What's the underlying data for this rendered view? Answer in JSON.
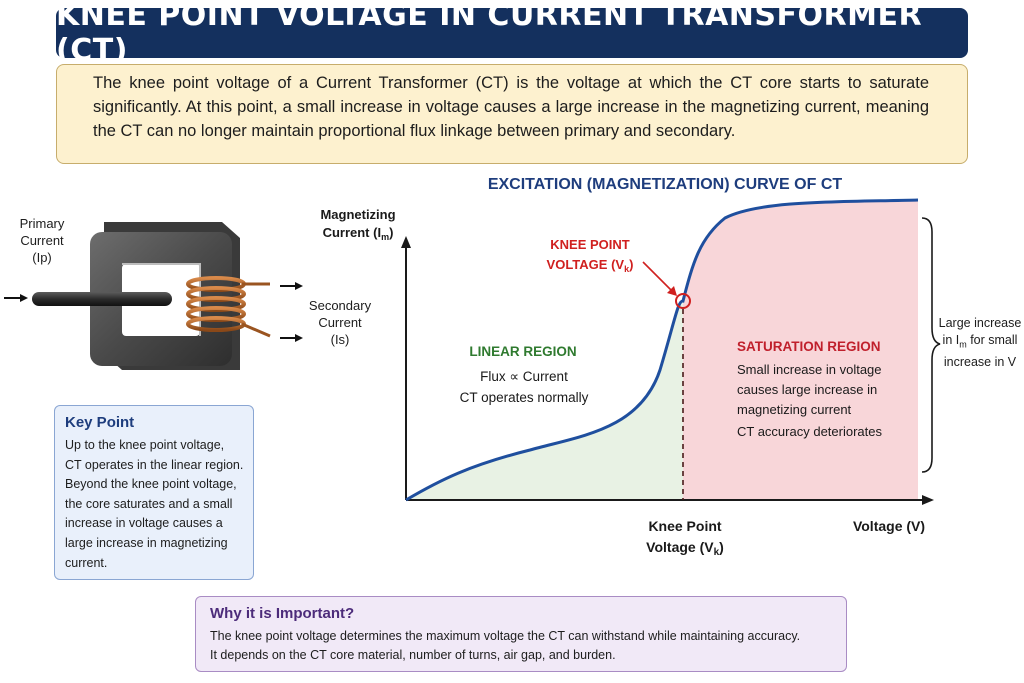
{
  "title": "KNEE POINT VOLTAGE IN CURRENT TRANSFORMER (CT)",
  "intro": "The knee point voltage of a Current Transformer (CT) is the voltage at which the CT core starts to saturate significantly. At this point, a small increase in voltage causes a large increase in the magnetizing current, meaning the CT can no longer maintain proportional flux linkage between primary and secondary.",
  "ct": {
    "primary_line1": "Primary",
    "primary_line2": "Current",
    "primary_line3": "(Ip)",
    "secondary_line1": "Secondary",
    "secondary_line2": "Current",
    "secondary_line3": "(Is)"
  },
  "key_point": {
    "title": "Key Point",
    "line1": "Up to the knee point voltage,",
    "line2": "CT operates in the linear region.",
    "line3": "Beyond the knee point voltage,",
    "line4": "the core saturates and a small",
    "line5": "increase in voltage causes a",
    "line6": "large increase in magnetizing",
    "line7": "current."
  },
  "why": {
    "title": "Why it is Important?",
    "line1": "The knee point voltage determines the maximum voltage the CT can withstand while maintaining accuracy.",
    "line2": "It depends on the CT core material, number of turns, air gap, and burden."
  },
  "chart_data": {
    "type": "line",
    "title": "EXCITATION (MAGNETIZATION) CURVE OF CT",
    "ylabel_line1": "Magnetizing",
    "ylabel_line2": "Current (I",
    "ylabel_sub": "m",
    "xlabel": "Voltage (V)",
    "knee": {
      "label_line1": "KNEE POINT",
      "label_line2": "VOLTAGE (V",
      "label_sub": "k",
      "axis_line1": "Knee Point",
      "axis_line2": "Voltage (V",
      "axis_sub": "k"
    },
    "linear_region": {
      "title": "LINEAR REGION",
      "line1": "Flux ∝ Current",
      "line2": "CT operates normally"
    },
    "saturation_region": {
      "title": "SATURATION REGION",
      "line1": "Small increase in voltage",
      "line2": "causes large increase in",
      "line3": "magnetizing current",
      "line4": "CT accuracy deteriorates"
    },
    "right_note_line1": "Large increase",
    "right_note_line2a": "in I",
    "right_note_sub": "m",
    "right_note_line2b": " for small",
    "right_note_line3": "increase in V",
    "colors": {
      "curve": "#1f4f9e",
      "linear_fill": "#e8f2e4",
      "saturation_fill": "#f8d6d9",
      "knee": "#d0201f",
      "linear_title": "#2f7a2f",
      "saturation_title": "#c0202c"
    }
  }
}
